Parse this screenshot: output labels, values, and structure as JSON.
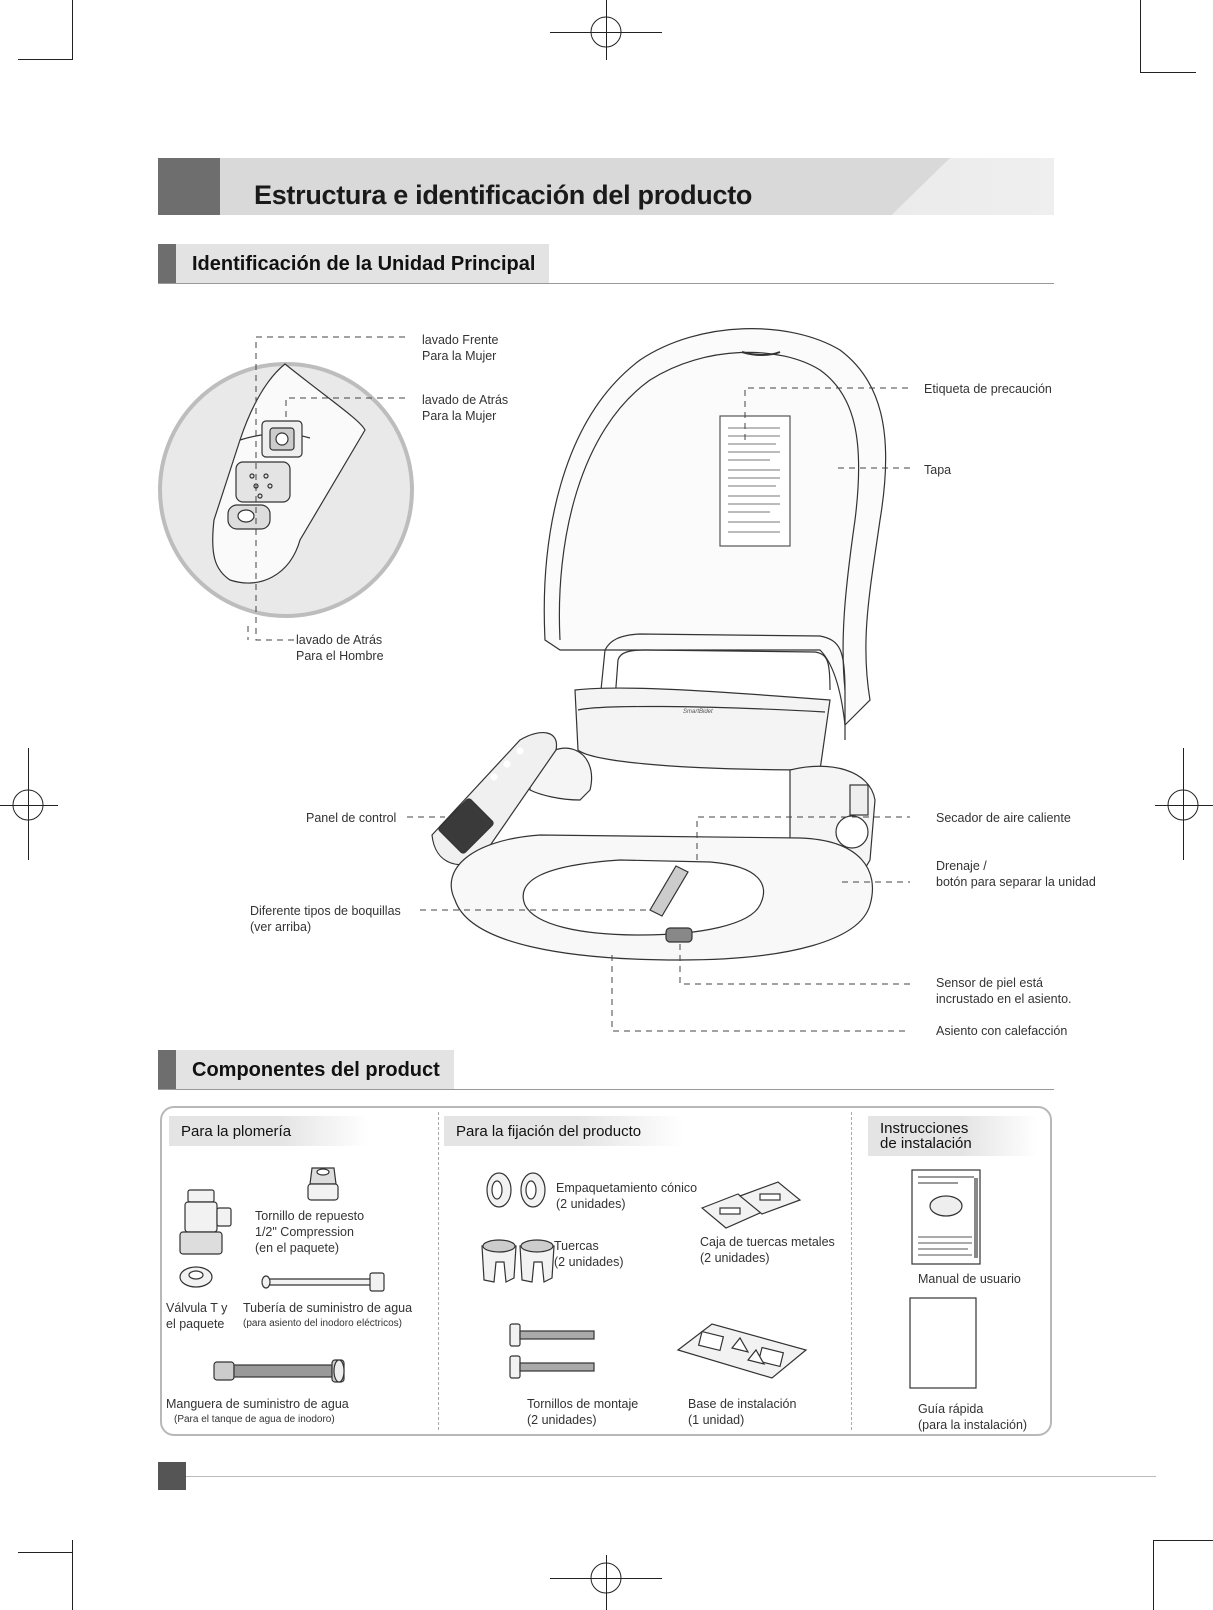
{
  "page": {
    "title": "Estructura e identificación del producto"
  },
  "main_unit": {
    "heading": "Identificación de la Unidad Principal",
    "labels": {
      "front_wash_l1": "lavado Frente",
      "front_wash_l2": "Para la Mujer",
      "rear_wash_woman_l1": "lavado de Atrás",
      "rear_wash_woman_l2": "Para la Mujer",
      "rear_wash_man_l1": "lavado de Atrás",
      "rear_wash_man_l2": "Para el Hombre",
      "caution_label": "Etiqueta de precaución",
      "lid": "Tapa",
      "control_panel": "Panel de control",
      "dryer": "Secador de aire caliente",
      "drain_l1": "Drenaje /",
      "drain_l2": "botón para separar la unidad",
      "nozzles_l1": "Diferente tipos de boquillas",
      "nozzles_l2": "(ver arriba)",
      "skin_sensor_l1": "Sensor de piel está",
      "skin_sensor_l2": "incrustado en el asiento.",
      "heated_seat": "Asiento con calefacción",
      "brand_mark": "SmartBidet"
    }
  },
  "components": {
    "heading": "Componentes del product",
    "plumbing": {
      "heading": "Para la plomería",
      "spare_screw_l1": "Tornillo de repuesto",
      "spare_screw_l2": "1/2\" Compression",
      "spare_screw_l3": "(en el paquete)",
      "t_valve_l1": "Válvula T y",
      "t_valve_l2": "el paquete",
      "supply_pipe_l1": "Tubería de suministro de agua",
      "supply_pipe_l2": "(para asiento del inodoro eléctricos)",
      "supply_hose_l1": "Manguera de suministro de agua",
      "supply_hose_l2": "(Para el tanque de agua de inodoro)"
    },
    "fixing": {
      "heading": "Para la fijación del producto",
      "conical_l1": "Empaquetamiento cónico",
      "conical_l2": "(2 unidades)",
      "nuts_l1": "Tuercas",
      "nuts_l2": "(2 unidades)",
      "metal_nut_box_l1": "Caja de tuercas metales",
      "metal_nut_box_l2": "(2 unidades)",
      "mount_screws_l1": "Tornillos de montaje",
      "mount_screws_l2": "(2 unidades)",
      "install_base_l1": "Base de instalación",
      "install_base_l2": "(1 unidad)"
    },
    "instructions": {
      "heading_l1": "Instrucciones",
      "heading_l2": "de instalación",
      "manual": "Manual de usuario",
      "quick_l1": "Guía rápida",
      "quick_l2": "(para la instalación)"
    }
  }
}
